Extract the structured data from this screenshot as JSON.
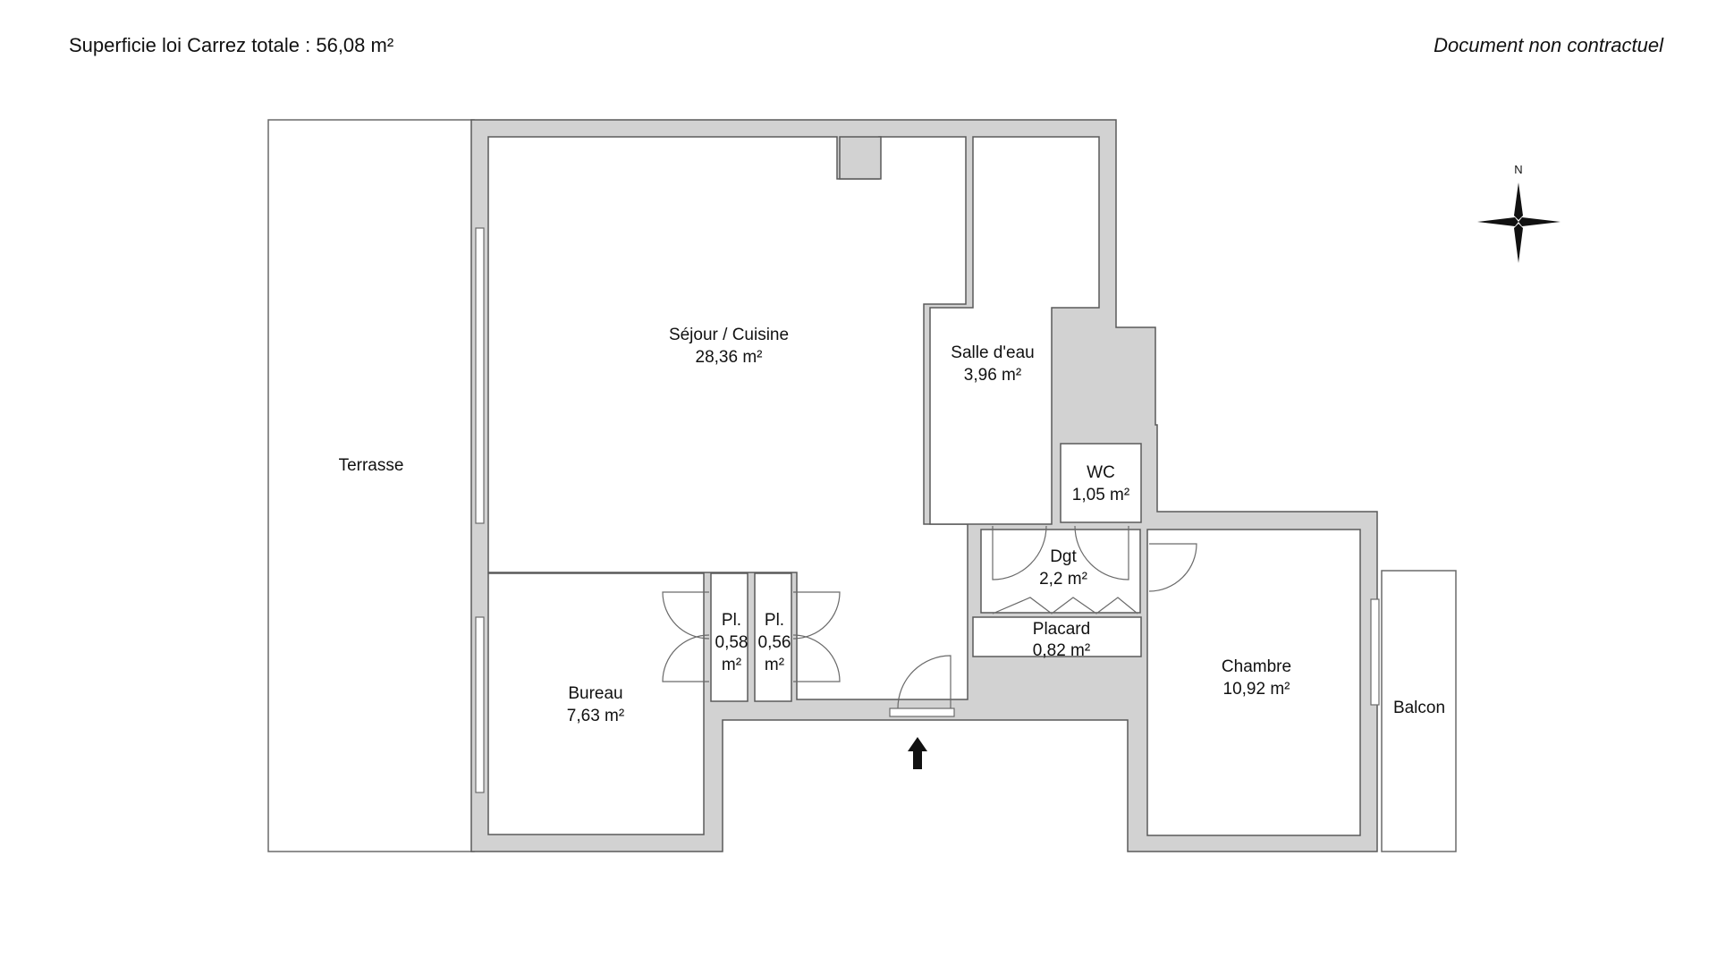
{
  "header": {
    "surface_total": "Superficie loi Carrez totale :  56,08 m²",
    "disclaimer": "Document non contractuel"
  },
  "compass": {
    "north_label": "N"
  },
  "rooms": {
    "terrasse": {
      "name": "Terrasse"
    },
    "sejour": {
      "name": "Séjour / Cuisine",
      "area": "28,36 m²"
    },
    "salle_eau": {
      "name": "Salle d'eau",
      "area": "3,96 m²"
    },
    "wc": {
      "name": "WC",
      "area": "1,05 m²"
    },
    "dgt": {
      "name": "Dgt",
      "area": "2,2 m²"
    },
    "placard": {
      "name": "Placard",
      "area": "0,82 m²"
    },
    "pl1": {
      "name": "Pl.",
      "area_value": "0,58",
      "area_unit": "m²"
    },
    "pl2": {
      "name": "Pl.",
      "area_value": "0,56",
      "area_unit": "m²"
    },
    "bureau": {
      "name": "Bureau",
      "area": "7,63 m²"
    },
    "chambre": {
      "name": "Chambre",
      "area": "10,92 m²"
    },
    "balcon": {
      "name": "Balcon"
    }
  },
  "entrance": {
    "icon": "entrance-arrow-icon"
  },
  "colors": {
    "wall": "#d2d2d2",
    "outline": "#5a5a5a"
  }
}
